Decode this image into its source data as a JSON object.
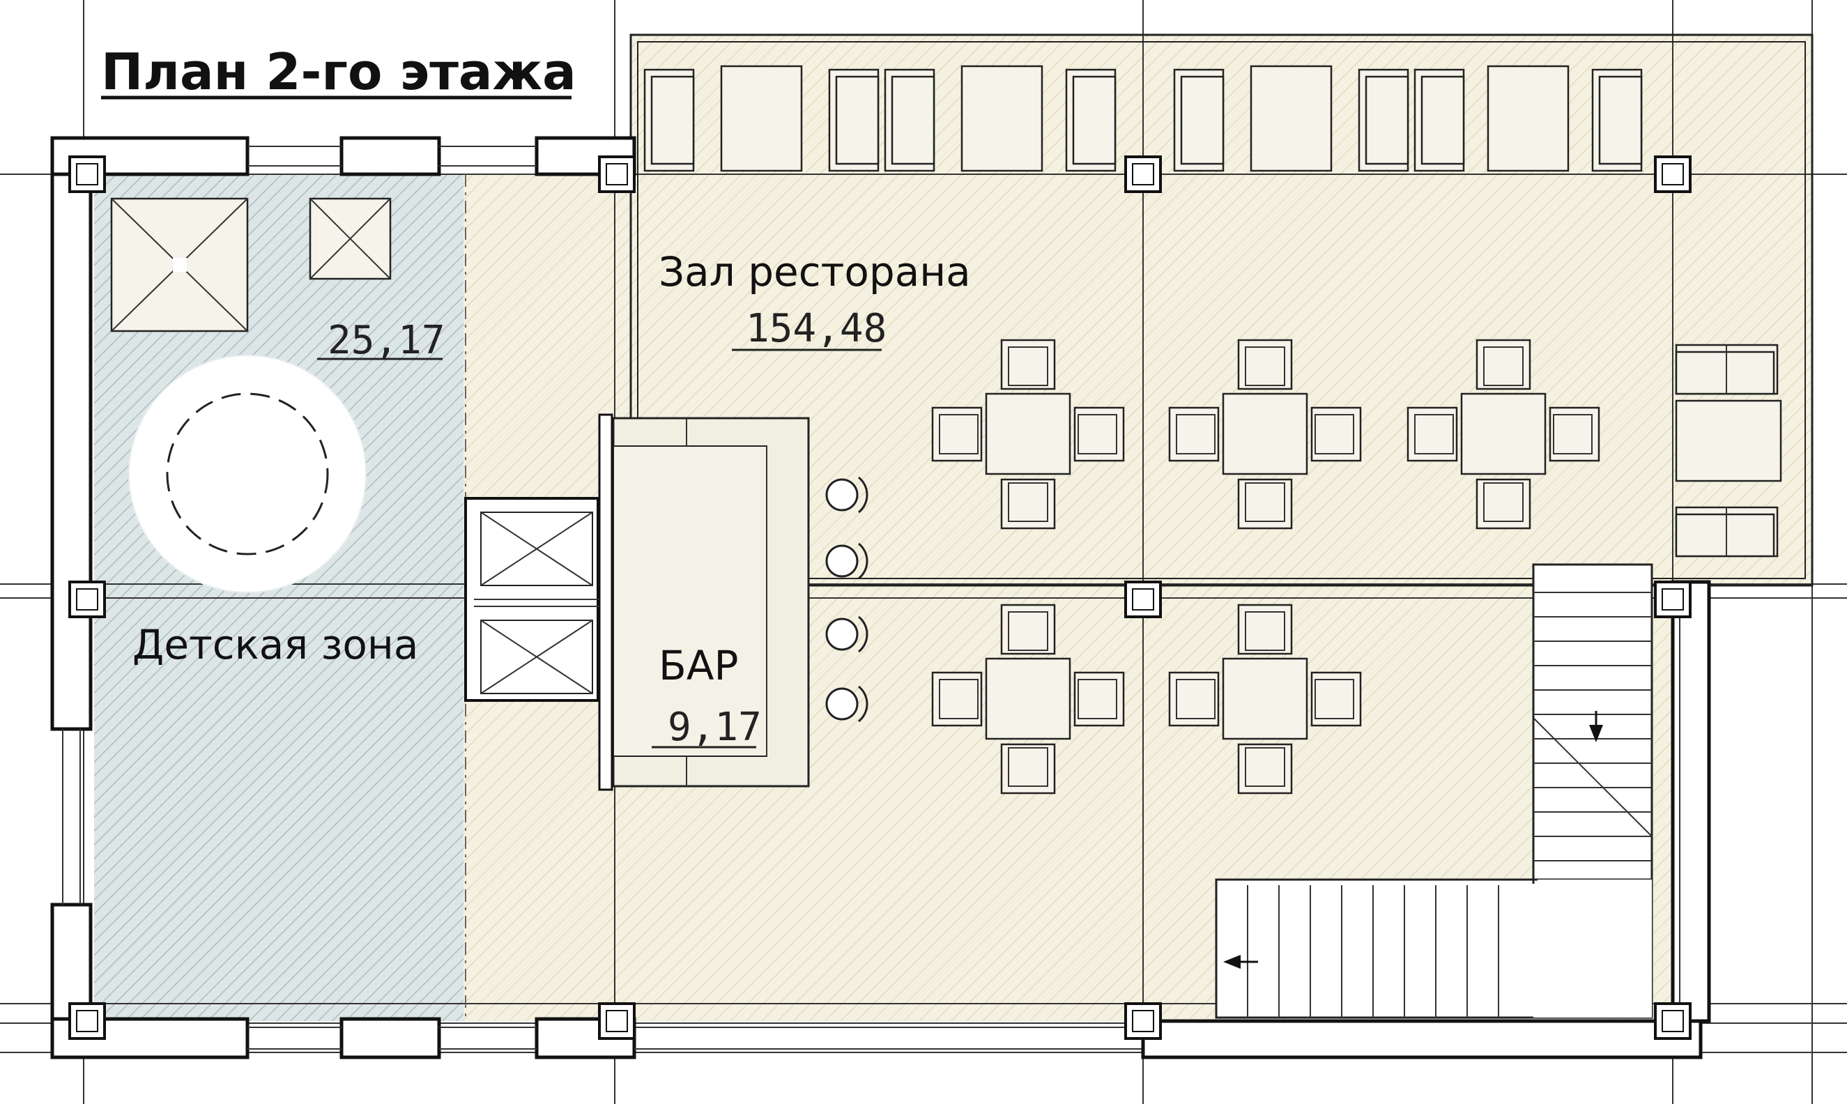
{
  "title": "План 2-го этажа",
  "rooms": {
    "kids": {
      "name": "Детская зона",
      "area": "25,17"
    },
    "hall": {
      "name": "Зал ресторана",
      "area": "154,48"
    },
    "bar": {
      "name": "БАР",
      "area": "9,17"
    }
  },
  "colors": {
    "kids_fill": "#dde6e6",
    "hall_fill": "#f4f1e1",
    "hatch": "#b9c4c6",
    "hatch_hall": "#e2dcc2",
    "line": "#222222"
  }
}
